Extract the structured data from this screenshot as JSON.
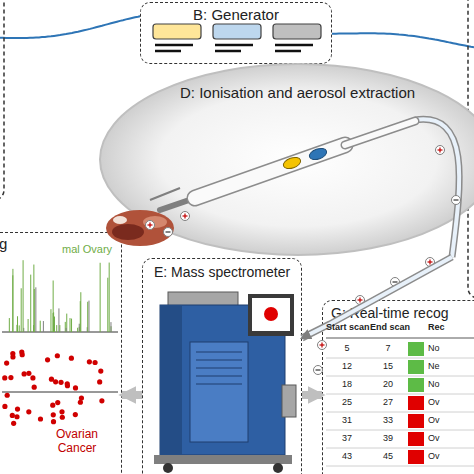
{
  "diagram": {
    "nodes": [
      {
        "text": [
          "B: Generator"
        ]
      },
      {
        "text": [
          "D: Ionisation and aerosol extraction"
        ]
      },
      {
        "text": [
          "g"
        ]
      },
      {
        "text": [
          "E: Mass spectrometer"
        ]
      },
      {
        "text": [
          "G: Real-time recog"
        ]
      }
    ],
    "edges": [
      {
        "from": 1,
        "to": 3,
        "arrow": "to"
      },
      {
        "from": 3,
        "to": 2,
        "arrow": "to"
      },
      {
        "from": 3,
        "to": 4,
        "arrow": "to"
      }
    ],
    "labels": [
      "mal Ovary",
      "Ovarian Cancer",
      "Start scan",
      "End scan",
      "Rec",
      "5",
      "7",
      "No",
      "12",
      "15",
      "Ne",
      "18",
      "20",
      "No",
      "25",
      "27",
      "Ov",
      "31",
      "33",
      "Ov",
      "37",
      "39",
      "Ov",
      "43",
      "45",
      "Ov"
    ]
  }
}
